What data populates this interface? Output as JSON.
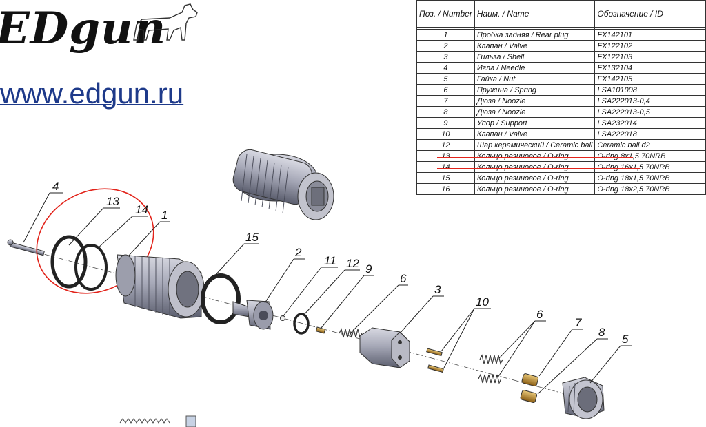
{
  "brand": {
    "logo": "EDgun",
    "website": "www.edgun.ru"
  },
  "table": {
    "headers": {
      "num": "Поз. / Number",
      "name": "Наим. / Name",
      "id": "Обозначение / ID"
    },
    "rows": [
      {
        "num": "1",
        "name": "Пробка задняя / Rear plug",
        "id": "FX142101"
      },
      {
        "num": "2",
        "name": "Клапан / Valve",
        "id": "FX122102"
      },
      {
        "num": "3",
        "name": "Гильза / Shell",
        "id": "FX122103"
      },
      {
        "num": "4",
        "name": "Игла / Needle",
        "id": "FX132104"
      },
      {
        "num": "5",
        "name": "Гайка / Nut",
        "id": "FX142105"
      },
      {
        "num": "6",
        "name": "Пружина / Spring",
        "id": "LSA101008"
      },
      {
        "num": "7",
        "name": "Дюза / Noozle",
        "id": "LSA222013-0,4"
      },
      {
        "num": "8",
        "name": "Дюза / Noozle",
        "id": "LSA222013-0,5"
      },
      {
        "num": "9",
        "name": "Упор / Support",
        "id": "LSA232014"
      },
      {
        "num": "10",
        "name": "Клапан / Valve",
        "id": "LSA222018"
      },
      {
        "num": "12",
        "name": "Шар керамический / Ceramic ball",
        "id": "Ceramic ball d2"
      },
      {
        "num": "13",
        "name": "Кольцо резиновое / O-ring",
        "id": "O-ring 8x1,5 70NRB"
      },
      {
        "num": "14",
        "name": "Кольцо резиновое / O-ring",
        "id": "O-ring 16x1,5 70NRB"
      },
      {
        "num": "15",
        "name": "Кольцо резиновое / O-ring",
        "id": "O-ring 18x1,5 70NRB"
      },
      {
        "num": "16",
        "name": "Кольцо резиновое / O-ring",
        "id": "O-ring 18x2,5 70NRB"
      }
    ]
  },
  "callouts": [
    "4",
    "13",
    "14",
    "1",
    "15",
    "2",
    "11",
    "12",
    "9",
    "6",
    "3",
    "10",
    "6",
    "7",
    "8",
    "5"
  ],
  "colors": {
    "highlight": "#e2231a",
    "metal": "#9ea1b2",
    "brass": "#b8862b"
  }
}
